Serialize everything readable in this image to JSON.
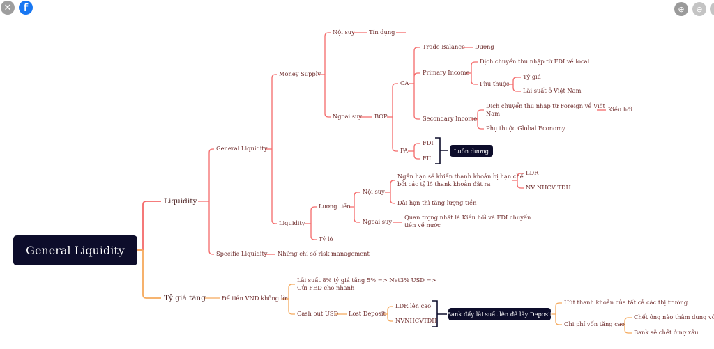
{
  "toolbar": {
    "close_icon": "close-icon",
    "facebook_icon": "facebook-icon",
    "zoom_in_icon": "zoom-in-icon",
    "zoom_out_icon": "zoom-out-icon"
  },
  "colors": {
    "branch_liquidity": "#f46a6a",
    "branch_fx": "#f5a95c",
    "dark_node": "#0d0d2b",
    "text": "#6e2c2c"
  },
  "map": {
    "root": "General Liquidity",
    "liquidity": "Liquidity",
    "general_liquidity": "General Liquidity",
    "money_supply": "Money Supply",
    "noi_suy": "Nội suy",
    "tin_dung": "Tín dụng",
    "ngoai_suy": "Ngoai suy",
    "bop": "BOP",
    "ca": "CA",
    "trade_balance": "Trade Balance",
    "duong": "Dương",
    "primary_income": "Primary Income",
    "fdi_income": "Dịch chuyển thu nhập từ FDI về local",
    "phu_thuoc": "Phụ thuộc",
    "ty_gia": "Tỷ giá",
    "lai_suat_vn": "Lãi suất ở Việt Nam",
    "secondary_income": "Secondary Income",
    "foreign_income_1": "Dịch chuyển thu nhập từ Foreign về Việt",
    "foreign_income_2": "Nam",
    "kieu_hoi": "Kiều hối",
    "global_economy": "Phụ thuộc Global Economy",
    "fa": "FA",
    "fdi": "FDI",
    "fii": "FII",
    "luon_duong": "Luôn dương",
    "liquidity_sub": "Liquidity",
    "luong_tien": "Lượng tiền",
    "ty_le": "Tỷ lệ",
    "noi_suy_2": "Nội suy",
    "ngan_han_1": "Ngắn hạn sẽ khiến thanh khoản bị hạn chế",
    "ngan_han_2": "bởi các tỷ lệ thank khoản đặt ra",
    "ldr": "LDR",
    "nv_nhcv": "NV NHCV TDH",
    "dai_han": "Dài hạn thì tăng lượng tiền",
    "ngoai_suy_2": "Ngoai suy",
    "quan_trong_1": "Quan trọng nhất là Kiều hối và FDI chuyển",
    "quan_trong_2": "tiền về nước",
    "specific_liquidity": "Specific Liquidity",
    "risk_mgmt": "Những chỉ số risk management",
    "ty_gia_tang": "Tỷ giá tăng",
    "de_tien": "Để tiền VND không lời",
    "lai_suat_1": "Lãi suất 8% tỷ giá tăng 5% => Net3% USD =>",
    "lai_suat_2": "Gửi FED cho nhanh",
    "cash_out": "Cash out USD",
    "lost_deposit": "Lost Deposit",
    "ldr_cao": "LDR lên cao",
    "nvnhcvtdh": "NVNHCVTDH",
    "bank_day": "Bank đẩy lãi suất lên để lấy Deposit",
    "hut_thanh_khoan": "Hút thanh khoản của tất cả các thị trường",
    "chi_phi_von": "Chi phí vốn tăng cao",
    "chet_ong": "Chết ông nào thâm dụng vốn",
    "bank_chet": "Bank sẽ chết ở nợ xấu"
  }
}
